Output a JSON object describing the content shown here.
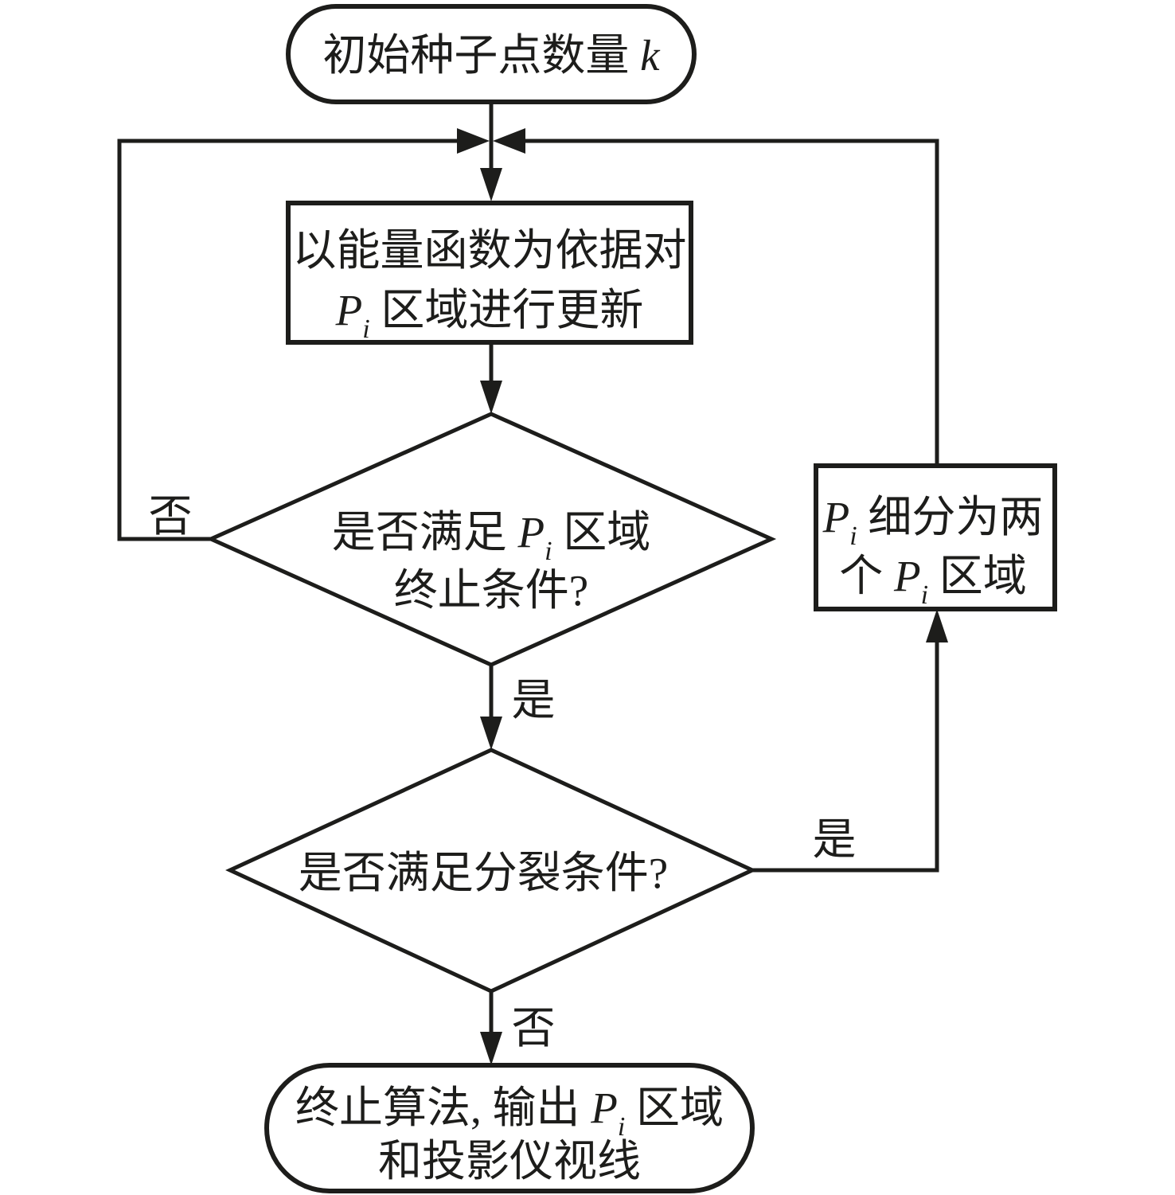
{
  "diagram": {
    "type": "flowchart",
    "colors": {
      "background": "#ffffff",
      "stroke": "#1d1d1b",
      "text": "#1d1d1b"
    },
    "nodes": {
      "start": {
        "shape": "terminator",
        "text": "初始种子点数量 ",
        "variable": "k"
      },
      "update": {
        "shape": "process",
        "line1": "以能量函数为依据对",
        "line2": {
          "var": "P",
          "sub": "i",
          "rest": " 区域进行更新"
        }
      },
      "check_stop": {
        "shape": "decision",
        "line1": {
          "pre": "是否满足 ",
          "var": "P",
          "sub": "i",
          "rest": " 区域"
        },
        "line2": "终止条件?"
      },
      "split": {
        "shape": "process",
        "line1": {
          "var": "P",
          "sub": "i",
          "rest": " 细分为两"
        },
        "line2": {
          "pre": "个 ",
          "var": "P",
          "sub": "i",
          "rest": " 区域"
        }
      },
      "check_split": {
        "shape": "decision",
        "line1": "是否满足分裂条件?"
      },
      "end": {
        "shape": "terminator",
        "line1": {
          "pre": "终止算法, 输出 ",
          "var": "P",
          "sub": "i",
          "rest": " 区域"
        },
        "line2": "和投影仪视线"
      }
    },
    "edge_labels": {
      "stop_no": "否",
      "stop_yes": "是",
      "split_yes": "是",
      "split_no": "否"
    }
  }
}
